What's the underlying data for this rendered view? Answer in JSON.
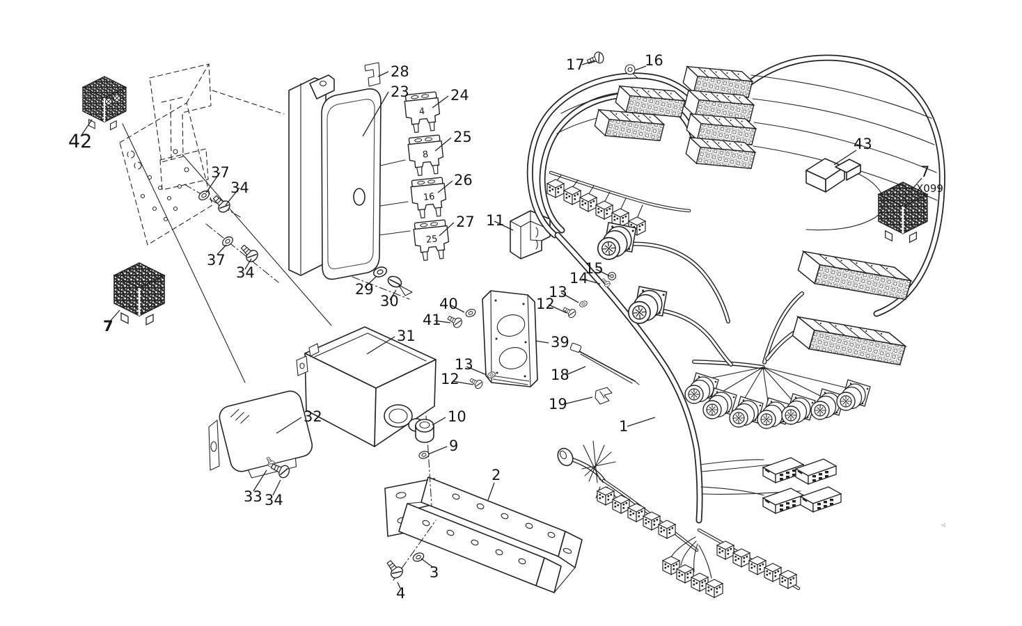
{
  "figure": {
    "kind": "exploded-parts-diagram",
    "subject": "vehicle wiring harness, fuse box, relays and mounting hardware",
    "background_color": "#ffffff",
    "ink_color": "#222222"
  },
  "labels": {
    "connector_code": "X099"
  },
  "fuse_ratings": [
    "4",
    "8",
    "16",
    "25"
  ],
  "callouts": [
    {
      "label": "42"
    },
    {
      "label": "37"
    },
    {
      "label": "34"
    },
    {
      "label": "37"
    },
    {
      "label": "34"
    },
    {
      "label": "28"
    },
    {
      "label": "23"
    },
    {
      "label": "24"
    },
    {
      "label": "25"
    },
    {
      "label": "26"
    },
    {
      "label": "27"
    },
    {
      "label": "29"
    },
    {
      "label": "30"
    },
    {
      "label": "7"
    },
    {
      "label": "31"
    },
    {
      "label": "32"
    },
    {
      "label": "33"
    },
    {
      "label": "34"
    },
    {
      "label": "10"
    },
    {
      "label": "9"
    },
    {
      "label": "2"
    },
    {
      "label": "3"
    },
    {
      "label": "4"
    },
    {
      "label": "40"
    },
    {
      "label": "41"
    },
    {
      "label": "39"
    },
    {
      "label": "13"
    },
    {
      "label": "12"
    },
    {
      "label": "11"
    },
    {
      "label": "12"
    },
    {
      "label": "13"
    },
    {
      "label": "14"
    },
    {
      "label": "15"
    },
    {
      "label": "17"
    },
    {
      "label": "16"
    },
    {
      "label": "43"
    },
    {
      "label": "7"
    },
    {
      "label": "18"
    },
    {
      "label": "19"
    },
    {
      "label": "1"
    }
  ]
}
